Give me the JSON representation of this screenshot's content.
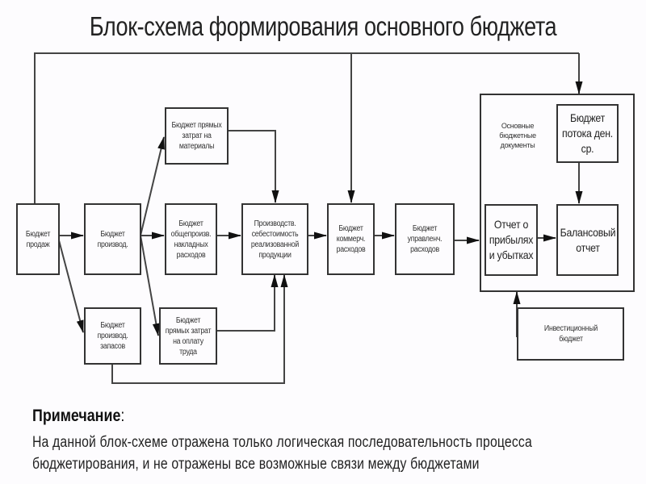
{
  "title": "Блок-схема формирования основного бюджета",
  "boxes": {
    "sales": "Бюджет продаж",
    "production": "Бюджет производ.",
    "inventory": "Бюджет производ. запасов",
    "materials": "Бюджет прямых затрат на материалы",
    "overhead": "Бюджет общепроизв. накладных расходов",
    "labor": "Бюджет прямых затрат на оплату труда",
    "production_cost": "Производств. себестоимость реализованной продукции",
    "commercial": "Бюджет коммерч. расходов",
    "management": "Бюджет управленч. расходов",
    "cash_flow": "Бюджет потока ден. ср.",
    "profit_loss": "Отчет о прибылях и убытках",
    "balance": "Балансовый отчет",
    "investment": "Инвестиционный бюджет"
  },
  "group_label": "Основные бюджетные документы",
  "note": {
    "title": "Примечание",
    "colon": ":",
    "line1": "На данной блок-схеме отражена только логическая последовательность процесса",
    "line2": "бюджетирования, и не отражены все возможные связи между бюджетами"
  }
}
